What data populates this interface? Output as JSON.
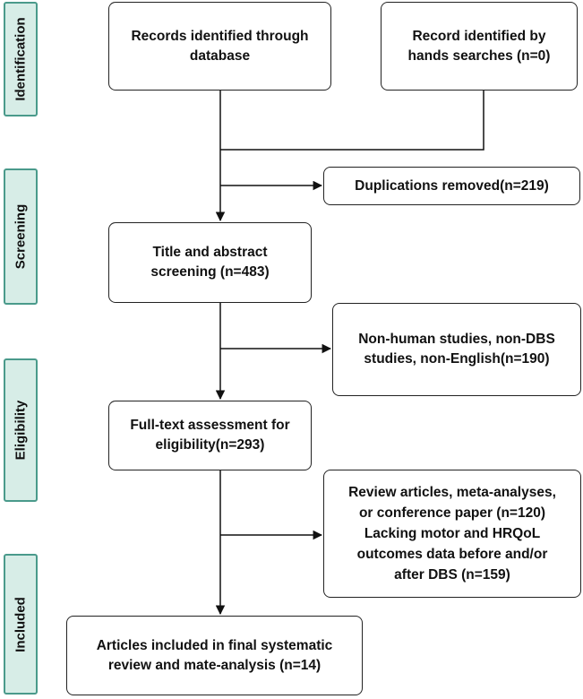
{
  "stages": [
    {
      "id": "identification",
      "label": "Identification"
    },
    {
      "id": "screening",
      "label": "Screening"
    },
    {
      "id": "eligibility",
      "label": "Eligibility"
    },
    {
      "id": "included",
      "label": "Included"
    }
  ],
  "boxes": {
    "database_records": "Records identified through\ndatabase",
    "hand_search_records": "Record identified by\nhands searches (n=0)",
    "duplicates_removed": "Duplications removed(n=219)",
    "title_abstract_screening": "Title and abstract\nscreening (n=483)",
    "screening_exclusions": "Non-human studies,  non-DBS\nstudies,  non-English(n=190)",
    "full_text_assessment": "Full-text assessment for\neligibility(n=293)",
    "full_text_exclusions": "Review articles, meta-analyses,\nor conference paper (n=120)\nLacking motor and HRQoL\noutcomes data before and/or\nafter DBS (n=159)",
    "included_studies": "Articles included in final systematic\nreview and mate-analysis (n=14)"
  },
  "colors": {
    "stage_fill": "#d7ede7",
    "stage_border": "#4a9a8b",
    "box_border": "#222222",
    "arrow": "#111111"
  }
}
